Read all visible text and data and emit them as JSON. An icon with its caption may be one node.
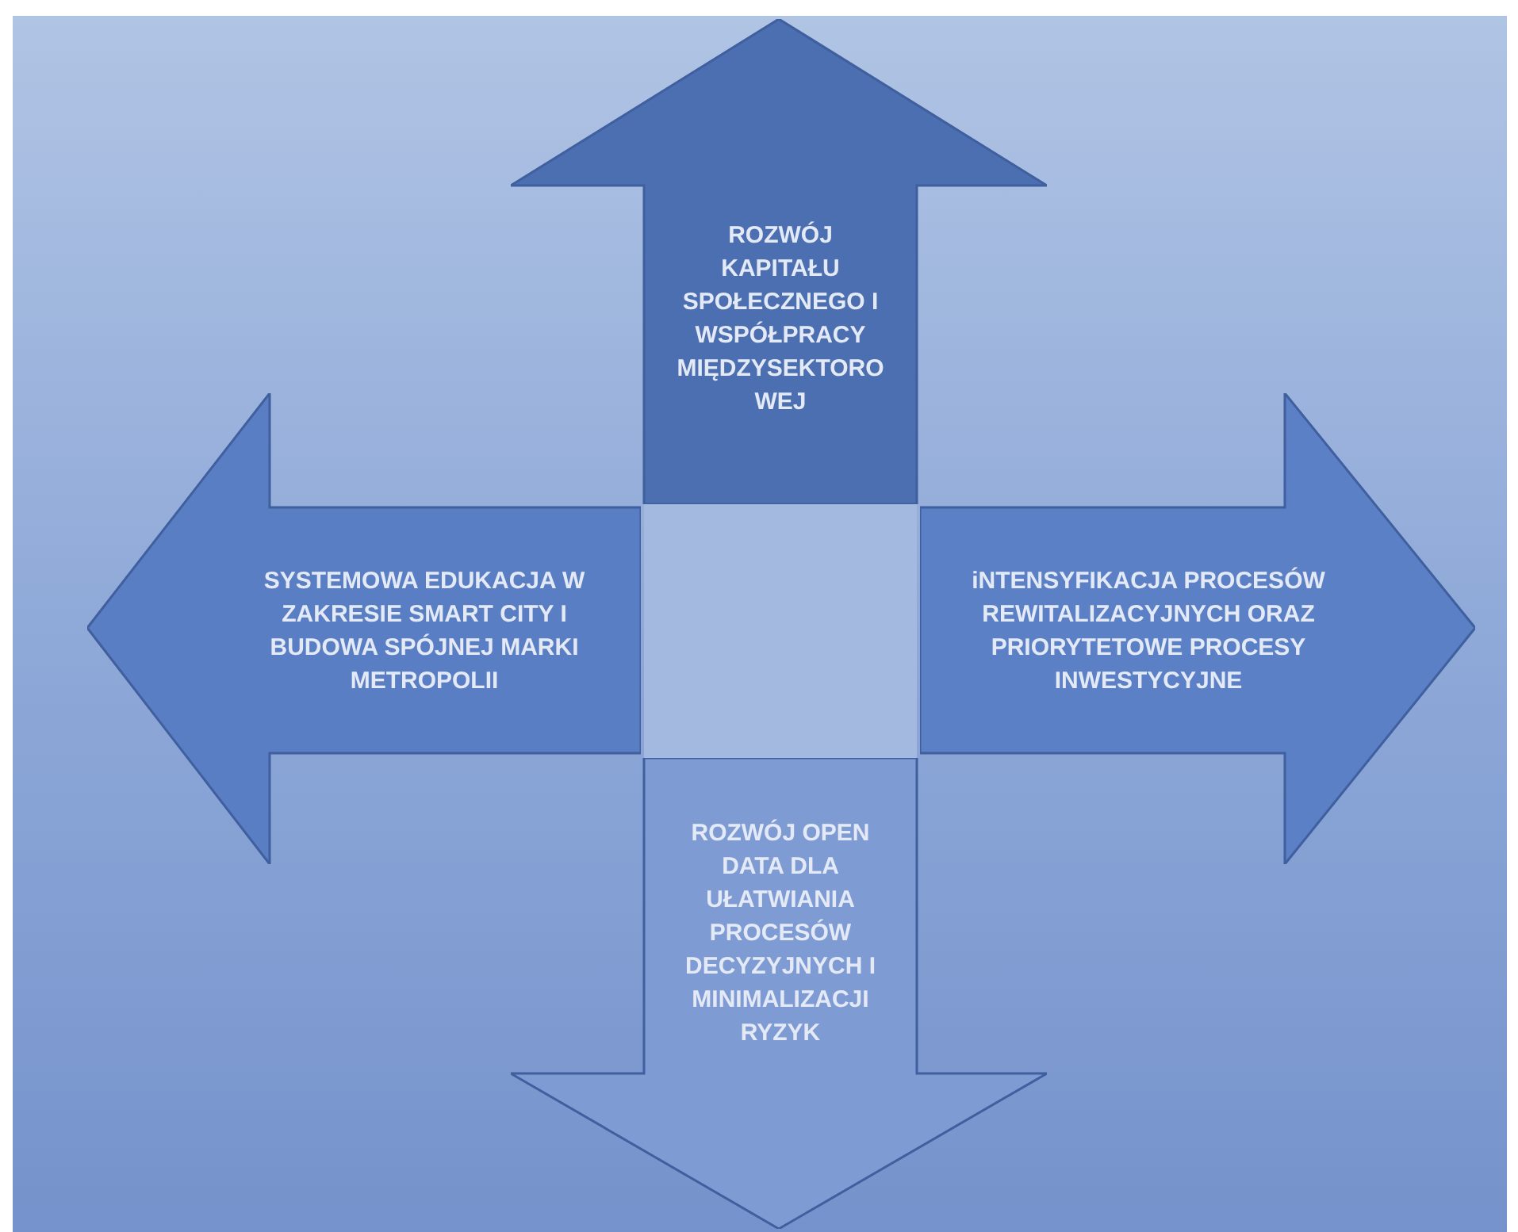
{
  "diagram": {
    "nodes": [
      {
        "text": [
          "ROZWÓJ KAPITAŁU SPOŁECZNEGO I WSPÓŁPRACY MIĘDZYSEKTOROWEJ"
        ]
      },
      {
        "text": [
          "SYSTEMOWA EDUKACJA W ZAKRESIE SMART CITY I BUDOWA SPÓJNEJ MARKI METROPOLII"
        ]
      },
      {
        "text": [
          "iNTENSYFIKACJA PROCESÓW REWITALIZACYJNYCH ORAZ PRIORYTETOWE PROCESY INWESTYCYJNE"
        ]
      },
      {
        "text": [
          "ROZWÓJ OPEN DATA DLA UŁATWIANIA PROCESÓW DECYZYJNYCH I MINIMALIZACJI RYZYK"
        ]
      }
    ]
  }
}
